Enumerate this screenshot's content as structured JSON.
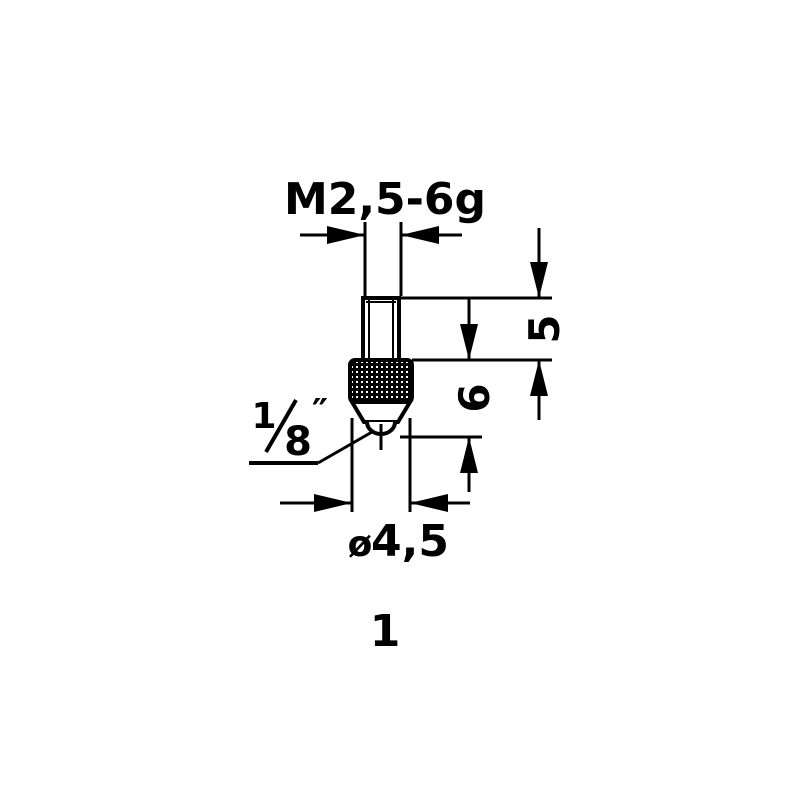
{
  "drawing": {
    "thread_label": "M2,5-6g",
    "length_upper": "5",
    "length_lower": "6",
    "ball_numerator": "1",
    "ball_denominator": "8",
    "ball_inch_mark": "″",
    "diameter_symbol": "ø",
    "diameter_value": "4,5",
    "figure_number": "1"
  },
  "colors": {
    "line": "#000000",
    "background": "#ffffff"
  }
}
